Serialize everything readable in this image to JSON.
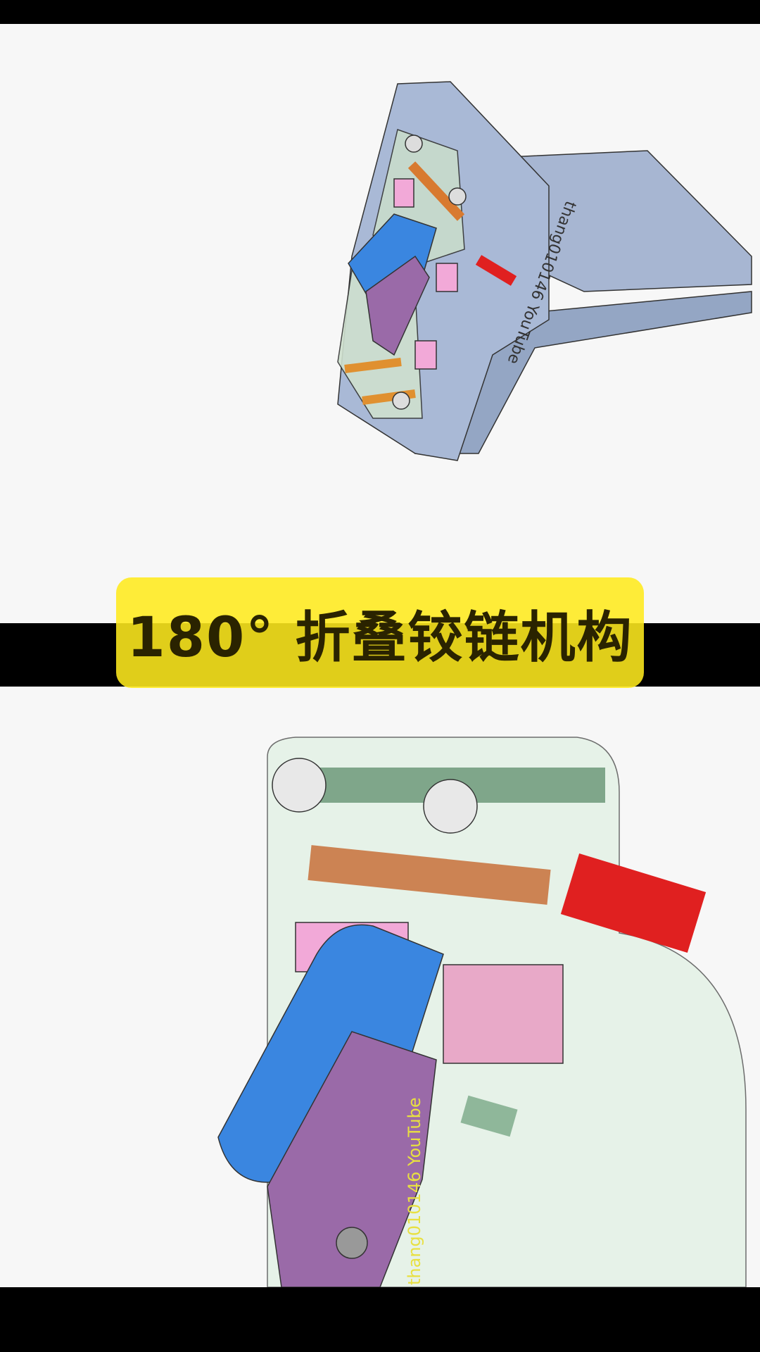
{
  "title": "180° 折叠铰链机构",
  "watermark_top": "thang010146 YouTube",
  "watermark_bottom": "thang010146 YouTube",
  "colors": {
    "banner": "#ffeb1e",
    "housing": "#a9b9d6",
    "blue_link": "#3a86e0",
    "purple_link": "#9a6aa8",
    "red_pin": "#e02020",
    "pink_block": "#f2a9d8",
    "green_pin": "#8fb79a",
    "orange_pin": "#d87a30"
  }
}
